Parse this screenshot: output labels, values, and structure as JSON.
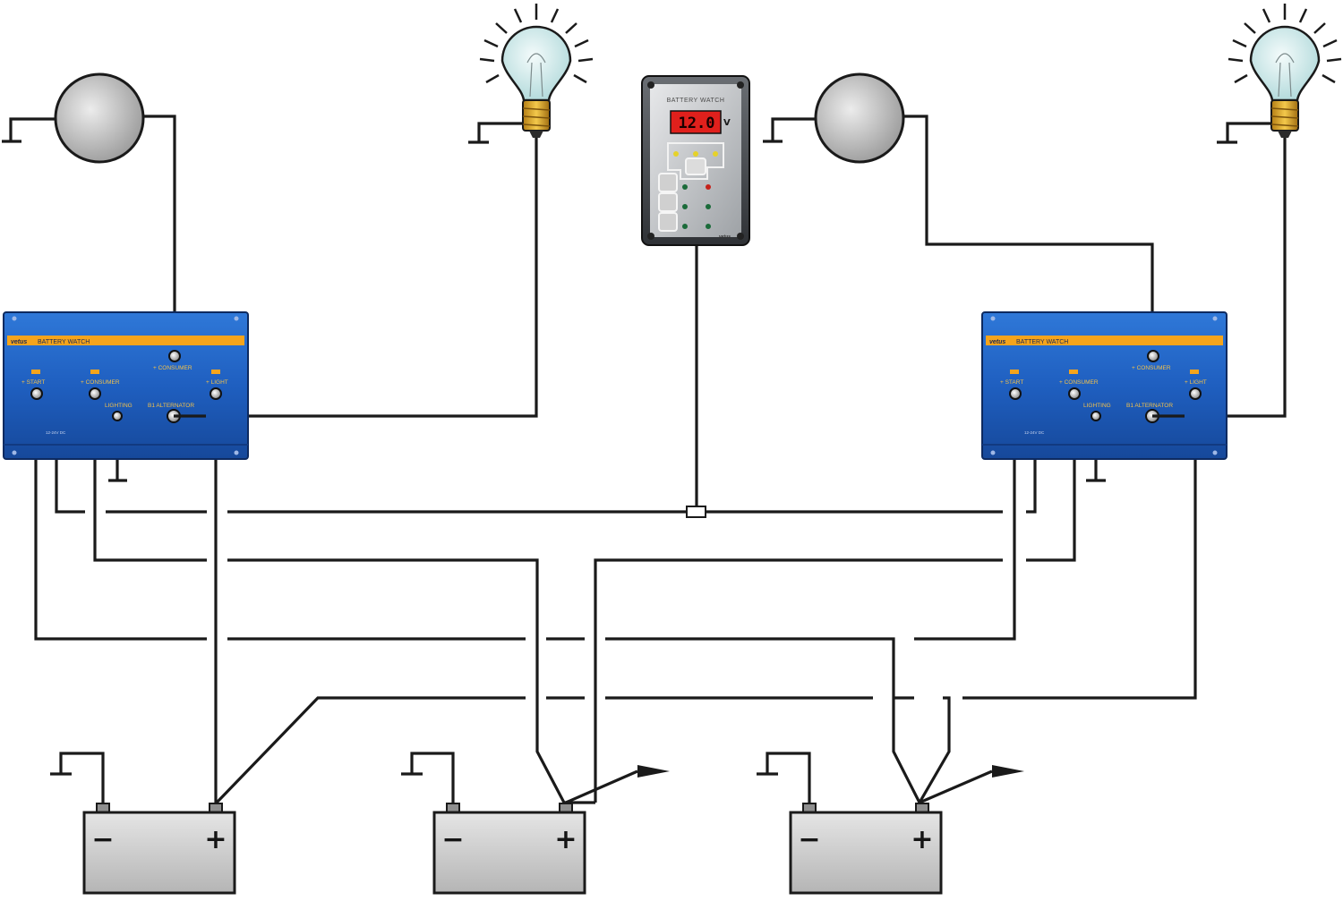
{
  "distributors": [
    {
      "brand": "vetus",
      "title": "BATTERY WATCH",
      "consumer_label": "+ CONSUMER",
      "start_label": "+ START",
      "consumer2_label": "+ CONSUMER",
      "light_label": "+ LIGHT",
      "lighting_label": "LIGHTING",
      "alt_label": "B1 ALTERNATOR",
      "rating": "12-24V DC"
    },
    {
      "brand": "vetus",
      "title": "BATTERY WATCH",
      "consumer_label": "+ CONSUMER",
      "start_label": "+ START",
      "consumer2_label": "+ CONSUMER",
      "light_label": "+ LIGHT",
      "lighting_label": "LIGHTING",
      "alt_label": "B1 ALTERNATOR",
      "rating": "12-24V DC"
    }
  ],
  "monitor": {
    "title": "BATTERY WATCH",
    "reading": "12.0",
    "unit": "V",
    "brand": "vetus"
  },
  "batteries": [
    {
      "minus": "−",
      "plus": "+"
    },
    {
      "minus": "−",
      "plus": "+"
    },
    {
      "minus": "−",
      "plus": "+"
    }
  ],
  "colors": {
    "panel_blue": "#1f5fc0",
    "label_strip": "#f5a41c",
    "lcd_red": "#e0201c",
    "battery_grey": "#cfcfcf"
  }
}
